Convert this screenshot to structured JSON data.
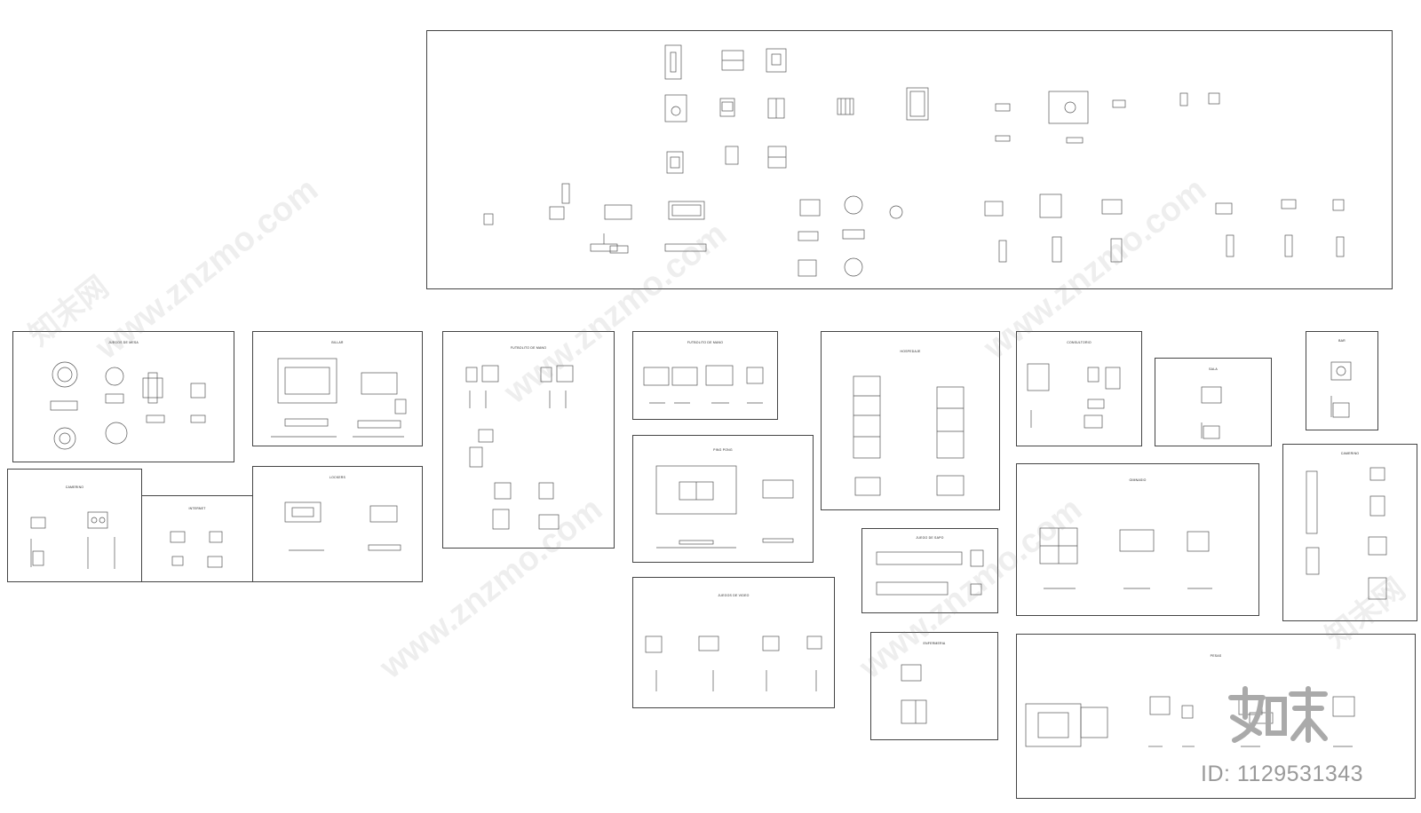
{
  "watermark": {
    "site": "www.znzmo.com",
    "brand": "知末网",
    "logo_text": "知末",
    "id_label": "ID: 1129531343"
  },
  "colors": {
    "background": "#ffffff",
    "linework": "#444444",
    "watermark": "#c8c8c8"
  },
  "sheets": [
    {
      "id": "main",
      "title": ""
    },
    {
      "id": "juego-mesa",
      "title": "JUEGOS DE MESA"
    },
    {
      "id": "billar",
      "title": "BILLAR"
    },
    {
      "id": "deportes",
      "title": "DEPORTES"
    },
    {
      "id": "futbolito",
      "title": "FUTBOLITO DE MANO"
    },
    {
      "id": "ping-pong",
      "title": "PING PONG"
    },
    {
      "id": "hospedaje",
      "title": "HOSPEDAJE"
    },
    {
      "id": "cuartos",
      "title": "CUARTOS"
    },
    {
      "id": "juegos-video",
      "title": "JUEGOS DE VIDEO"
    },
    {
      "id": "consultorio",
      "title": "CONSULTORIO"
    },
    {
      "id": "sala",
      "title": "SALA"
    },
    {
      "id": "camerino",
      "title": "CAMERINO"
    },
    {
      "id": "gimnasio",
      "title": "GIMNASIO"
    },
    {
      "id": "bar",
      "title": "BAR"
    },
    {
      "id": "internet",
      "title": "INTERNET"
    },
    {
      "id": "lockers",
      "title": "LOCKERS"
    },
    {
      "id": "juego-sapo",
      "title": "JUEGO DE SAPO"
    },
    {
      "id": "enfermeria",
      "title": "ENFERMERIA"
    },
    {
      "id": "juegos-azar",
      "title": "JUEGOS DE AZAR"
    },
    {
      "id": "pesas",
      "title": "PESAS"
    }
  ]
}
